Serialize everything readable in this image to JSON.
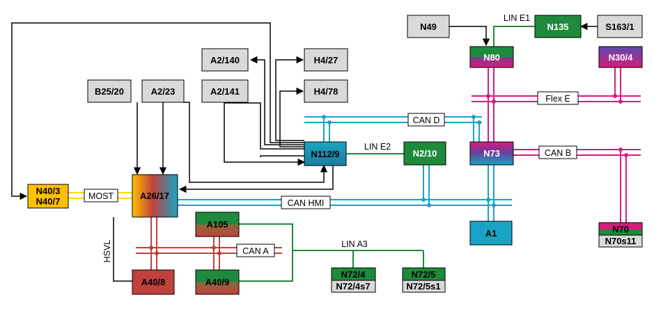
{
  "nodes": {
    "n49": "N49",
    "n135": "N135",
    "s163_1": "S163/1",
    "n80": "N80",
    "n30_4": "N30/4",
    "a2_140": "A2/140",
    "h4_27": "H4/27",
    "a2_141": "A2/141",
    "h4_78": "H4/78",
    "b25_20": "B25/20",
    "a2_23": "A2/23",
    "n112_9": "N112/9",
    "n2_10": "N2/10",
    "n73": "N73",
    "n40_3": "N40/3",
    "n40_7": "N40/7",
    "a26_17": "A26/17",
    "a105": "A105",
    "a1": "A1",
    "n70": "N70",
    "n70s11": "N70s11",
    "a40_8": "A40/8",
    "a40_9": "A40/9",
    "n72_4": "N72/4",
    "n72_4s7": "N72/4s7",
    "n72_5": "N72/5",
    "n72_5s1": "N72/5s1"
  },
  "buses": {
    "lin_e1": "LIN E1",
    "flex_e": "Flex E",
    "can_d": "CAN D",
    "lin_e2": "LIN E2",
    "can_b": "CAN B",
    "most": "MOST",
    "can_hmi": "CAN HMI",
    "hsvl": "HSVL",
    "can_a": "CAN A",
    "lin_a3": "LIN A3"
  },
  "colors": {
    "gray_box": "#d9d9d9",
    "green": "#1e8a3c",
    "magenta": "#d81b7d",
    "cyan": "#1aa3c4",
    "red": "#c0413d",
    "yellow": "#ffd700",
    "purple": "#6a3d9a",
    "black": "#000000"
  }
}
